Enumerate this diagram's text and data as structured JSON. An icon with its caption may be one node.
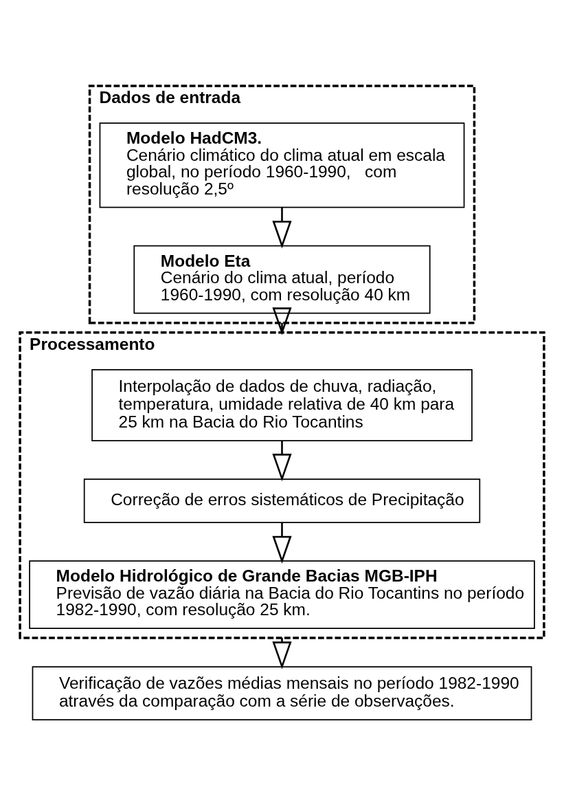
{
  "diagram": {
    "nodes": [
      {
        "text": [
          "Dados de entrada"
        ]
      },
      {
        "text": [
          "Modelo HadCM3.",
          "Cenário climático do clima atual em escala global, no período 1960-1990,   com resolução 2,5º"
        ],
        "in": 0
      },
      {
        "text": [
          "Modelo Eta",
          "Cenário do clima atual, período 1960-1990, com resolução 40 km"
        ],
        "in": 0
      },
      {
        "text": [
          "Processamento"
        ]
      },
      {
        "text": [
          "Interpolação de dados de chuva, radiação, temperatura, umidade relativa de 40 km para 25 km na Bacia do Rio Tocantins"
        ],
        "in": 3
      },
      {
        "text": [
          "Correção de erros sistemáticos de Precipitação"
        ],
        "in": 3
      },
      {
        "text": [
          "Modelo Hidrológico de Grande Bacias MGB-IPH",
          "Previsão de vazão diária na Bacia do Rio Tocantins no período 1982-1990, com resolução 25 km."
        ],
        "in": 3
      },
      {
        "text": [
          "Verificação de vazões médias mensais no período 1982-1990 através da comparação com a série de observações."
        ]
      }
    ],
    "edges": [
      {
        "from": 1,
        "to": 2,
        "arrow": "to"
      },
      {
        "from": 0,
        "to": 3,
        "arrow": "to"
      },
      {
        "from": 4,
        "to": 5,
        "arrow": "to"
      },
      {
        "from": 5,
        "to": 6,
        "arrow": "to"
      },
      {
        "from": 3,
        "to": 7,
        "arrow": "to"
      }
    ]
  }
}
